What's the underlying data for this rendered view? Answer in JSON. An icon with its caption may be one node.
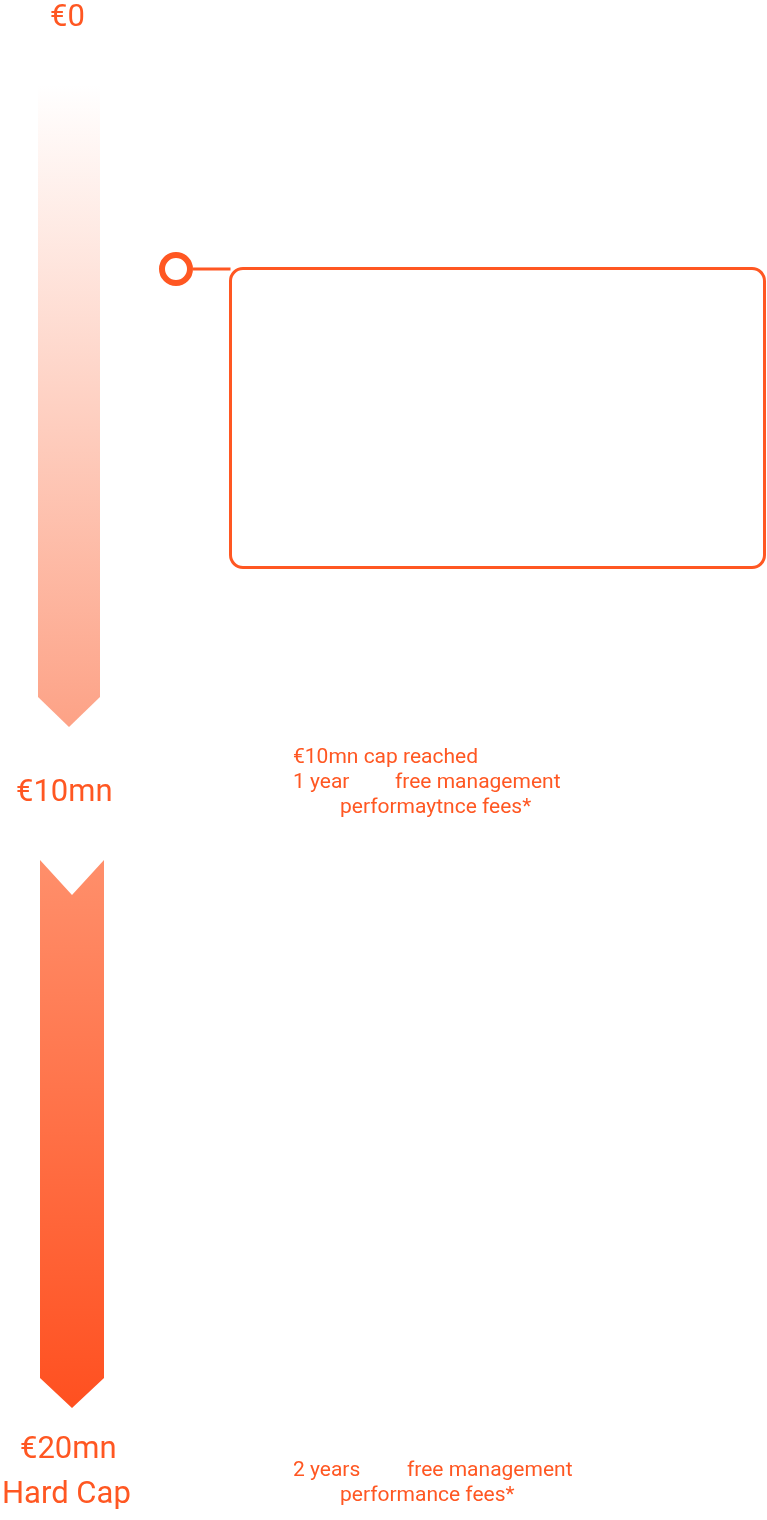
{
  "diagram": {
    "nodes": [
      {
        "text": [],
        "shape": "circle"
      },
      {
        "text": [],
        "shape": "box"
      }
    ],
    "edges": [
      {
        "from": 0,
        "to": 1,
        "arrow": "none"
      }
    ],
    "labels": [
      "€0",
      "€10mn",
      "€10mn cap reached",
      "1 year",
      "free management",
      "performaytnce fees*",
      "€20mn",
      "Hard Cap",
      "2 years",
      "free management",
      "performance fees*"
    ]
  }
}
